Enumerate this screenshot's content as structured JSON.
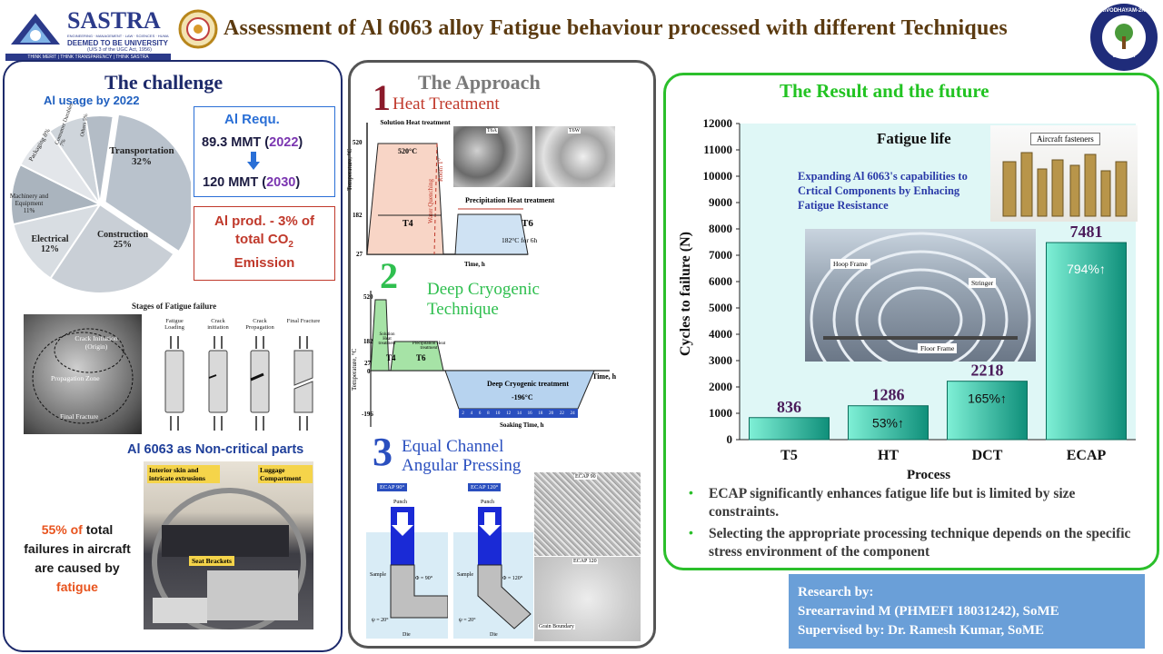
{
  "header": {
    "title": "Assessment of Al 6063 alloy Fatigue behaviour processed with different Techniques",
    "sastra": {
      "name": "SASTRA",
      "tagline": "ENGINEERING · MANAGEMENT · LAW · SCIENCES · HUMANITIES · EDUCATION",
      "deemed": "DEEMED TO BE UNIVERSITY",
      "ugc": "(U/S 3 of the UGC Act, 1956)",
      "motto": "THINK MERIT | THINK TRANSPARENCY | THINK SASTRA"
    },
    "badge_text": "ARIVODHAYAM-2K24",
    "badge_inner": "SASTRA"
  },
  "challenge": {
    "title": "The challenge",
    "pie_title": "Al usage by 2022",
    "pie_slices": [
      {
        "label": "Transportation",
        "value": "32%"
      },
      {
        "label": "Construction",
        "value": "25%"
      },
      {
        "label": "Electrical",
        "value": "12%"
      },
      {
        "label": "Machinery and Equipment",
        "value": "11%"
      },
      {
        "label": "Packaging",
        "value": "8%"
      },
      {
        "label": "Consumer Durables",
        "value": "7%"
      },
      {
        "label": "Others",
        "value": "5%"
      }
    ],
    "al_req_title": "Al Requ.",
    "al_req_2022_value": "89.3 MMT (",
    "al_req_2022_year": "2022",
    "al_req_2030_value": "120 MMT (",
    "al_req_2030_year": "2030",
    "close_paren": ")",
    "co2_line1": "Al prod. - 3% of",
    "co2_line2": "total CO",
    "co2_sub": "2",
    "co2_line3": "Emission",
    "fatigue_stages_title": "Stages of Fatigue failure",
    "fracture_labels": [
      "Crack Initiation (Origin)",
      "Propagation Zone",
      "Final Fracture"
    ],
    "stage_labels": [
      "Fatigue Loading",
      "Crack initiation",
      "Crack Propagation",
      "Final Fracture"
    ],
    "non_critical_title": "Al 6063 as Non-critical parts",
    "cabin_labels": [
      "Interior skin and intricate extrusions",
      "Luggage Compartment",
      "Seat Brackets"
    ],
    "failure_pct": "55% of",
    "failure_text1": "total",
    "failure_text2": "failures in aircraft",
    "failure_text3": "are caused by",
    "failure_word": "fatigue"
  },
  "approach": {
    "title": "The Approach",
    "step1_num": "1",
    "step1_title": "Heat Treatment",
    "step1_labels": {
      "solution": "Solution Heat treatment",
      "temp_520": "520°C",
      "water": "Water Quenching",
      "room": "Room T°",
      "t4": "T4",
      "precip": "Precipitation Heat treatment",
      "t6": "T6",
      "t6_cond": "182°C for 6h",
      "y_axis": "Temperature, °C",
      "x_axis": "Time, h",
      "y520": "520",
      "y182": "182",
      "y27": "27",
      "micro1": "T6A",
      "micro2": "T6W"
    },
    "step2_num": "2",
    "step2_title1": "Deep Cryogenic",
    "step2_title2": "Technique",
    "step2_labels": {
      "y520": "520",
      "y182": "182",
      "y27": "27",
      "y0": "0",
      "y196": "-196",
      "solution": "Solution Heat treatment",
      "precip": "Precipitation Heat treatment",
      "t4": "T4",
      "t6": "T6",
      "dct": "Deep Cryogenic treatment",
      "dct_temp": "-196°C",
      "soak": "Soaking Time, h",
      "x_axis": "Time, h",
      "y_axis": "Temperature, °C",
      "soak_ticks": [
        "2",
        "4",
        "6",
        "8",
        "10",
        "12",
        "14",
        "16",
        "18",
        "20",
        "22",
        "24"
      ]
    },
    "step3_num": "3",
    "step3_title1": "Equal Channel",
    "step3_title2": "Angular Pressing",
    "step3_labels": {
      "ecap90": "ECAP 90°",
      "ecap120": "ECAP 120°",
      "punch": "Punch",
      "sample": "Sample",
      "phi90": "Φ = 90°",
      "phi120": "Φ = 120°",
      "psi": "ψ = 20°",
      "die": "Die",
      "micro1": "ECAP 90",
      "micro2": "ECAP 120",
      "grain": "Grain Boundary"
    }
  },
  "result": {
    "title": "The Result and the future",
    "inset_title": "Fatigue life",
    "inset_text": "Expanding Al 6063's capabilities to Crtical Components by Enhacing Fatigue Resistance",
    "fasteners_label": "Aircraft fasteners",
    "frame_labels": [
      "Hoop Frame",
      "Stringer",
      "Floor Frame"
    ],
    "bullets": [
      "ECAP significantly enhances fatigue life but is limited by size constraints.",
      "Selecting the appropriate processing technique depends on the specific stress environment of the component"
    ]
  },
  "chart_data": {
    "type": "bar",
    "categories": [
      "T5",
      "HT",
      "DCT",
      "ECAP"
    ],
    "values": [
      836,
      1286,
      2218,
      7481
    ],
    "data_labels": [
      "836",
      "1286",
      "2218",
      "7481"
    ],
    "improvement_labels": [
      "",
      "53%↑",
      "165%↑",
      "794%↑"
    ],
    "xlabel": "Process",
    "ylabel": "Cycles to failure (N)",
    "ylim": [
      0,
      12000
    ],
    "yticks": [
      0,
      1000,
      2000,
      3000,
      4000,
      5000,
      6000,
      7000,
      8000,
      9000,
      10000,
      11000,
      12000
    ],
    "bar_color_light": "#7ff0d6",
    "bar_color_dark": "#0f8f7a",
    "grid": false
  },
  "credits": {
    "line1": "Research by:",
    "line2": "Sreearravind M (PHMEFI 18031242), SoME",
    "line3": "Supervised by: Dr. Ramesh Kumar, SoME"
  }
}
